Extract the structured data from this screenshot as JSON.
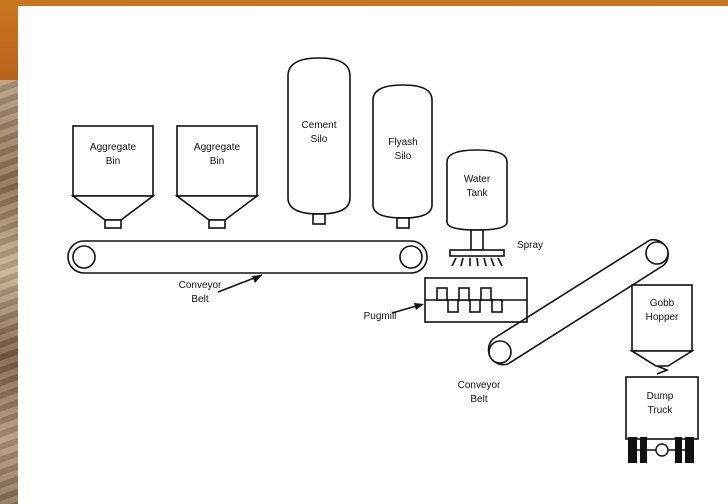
{
  "labels": {
    "aggregate_bin_1": [
      "Aggregate",
      "Bin"
    ],
    "aggregate_bin_2": [
      "Aggregate",
      "Bin"
    ],
    "cement_silo": [
      "Cement",
      "Silo"
    ],
    "flyash_silo": [
      "Flyash",
      "Silo"
    ],
    "water_tank": [
      "Water",
      "Tank"
    ],
    "spray": "Spray",
    "conveyor_belt_1": [
      "Conveyor",
      "Belt"
    ],
    "pugmill": "Pugmill",
    "conveyor_belt_2": [
      "Conveyor",
      "Belt"
    ],
    "gobb_hopper": [
      "Gobb",
      "Hopper"
    ],
    "dump_truck": [
      "Dump",
      "Truck"
    ]
  },
  "colors": {
    "header_band": "#c26d1c",
    "ink": "#111111",
    "paper": "#ffffff"
  }
}
